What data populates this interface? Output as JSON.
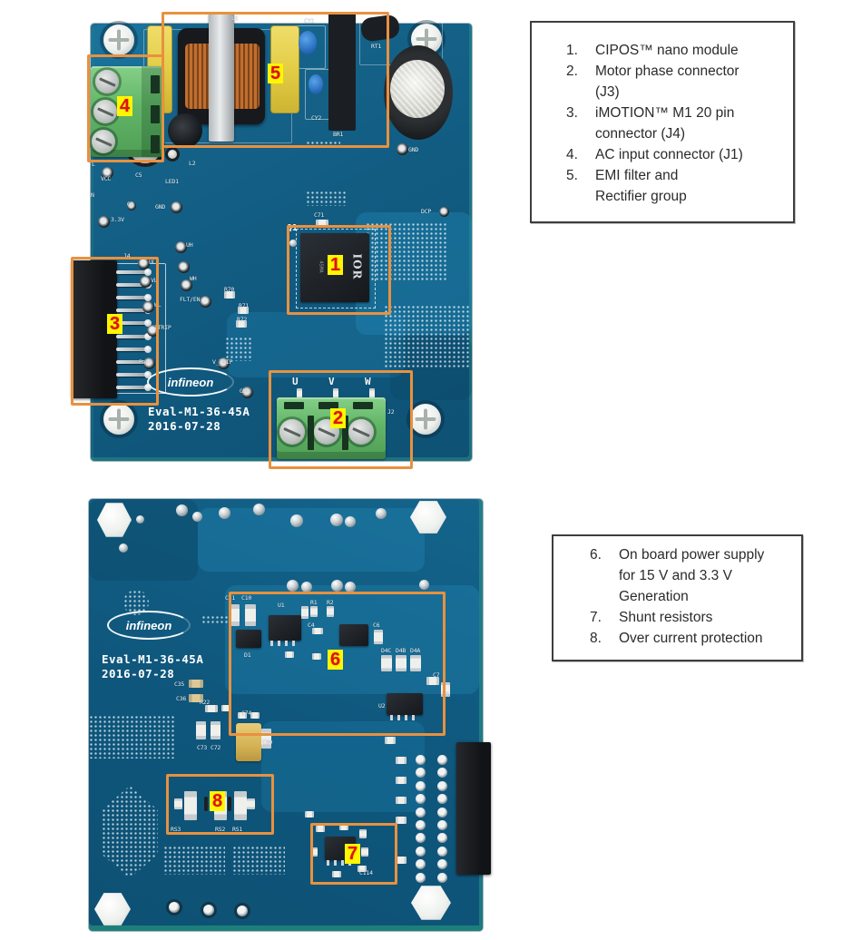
{
  "figure": {
    "annotations": [
      "1",
      "2",
      "3",
      "4",
      "5",
      "6",
      "7",
      "8"
    ],
    "legend_top": {
      "items": [
        {
          "num": "1.",
          "text": "CIPOS™ nano module"
        },
        {
          "num": "2.",
          "text": "Motor phase connector\n(J3)"
        },
        {
          "num": "3.",
          "text": "iMOTION™ M1 20 pin\nconnector (J4)"
        },
        {
          "num": "4.",
          "text": "AC input connector (J1)"
        },
        {
          "num": "5.",
          "text": "EMI filter and\nRectifier group"
        }
      ]
    },
    "legend_bottom": {
      "items": [
        {
          "num": "6.",
          "text": "On board power supply\nfor 15 V and 3.3 V\nGeneration"
        },
        {
          "num": "7.",
          "text": "Shunt resistors"
        },
        {
          "num": "8.",
          "text": "Over current protection"
        }
      ]
    },
    "board_top": {
      "brand": "infineon",
      "model": "Eval-M1-36-45A",
      "date": "2016-07-28",
      "chip_marking": "IOR",
      "chip_submarking": "45MA",
      "silkscreen": [
        "VCC",
        "C5",
        "LED1",
        "L2",
        "GD",
        "GND",
        "3.3V",
        "UH",
        "WH",
        "UL",
        "VL",
        "WL",
        "FLT/EN",
        "ITRIP",
        "R70",
        "R71",
        "R72",
        "Par1",
        "V_TRIP",
        "GND",
        "J4",
        "Q1",
        "C71",
        "DCP",
        "GND",
        "CY1",
        "CY2",
        "BR1",
        "RT1",
        "U",
        "V",
        "W",
        "J2",
        "L1",
        "L",
        "N"
      ]
    },
    "board_bottom": {
      "brand": "infineon",
      "model": "Eval-M1-36-45A",
      "date": "2016-07-28",
      "silkscreen": [
        "C11",
        "C10",
        "U1",
        "D1",
        "R1",
        "R2",
        "C4",
        "C6",
        "D4C",
        "D4B",
        "D4A",
        "U2",
        "C7",
        "C8",
        "C35",
        "C36",
        "R22",
        "C74",
        "C80",
        "C73",
        "C72",
        "RS3",
        "RS2",
        "RS1",
        "C114"
      ]
    },
    "colors": {
      "pcb_top": "#115a80",
      "pcb_bottom": "#0f577d",
      "annotation_box": "#e8913f",
      "number_bg": "#fff600",
      "number_fg": "#e01212",
      "terminal_green": "#62b567",
      "cap_yellow": "#e3cd45"
    }
  }
}
